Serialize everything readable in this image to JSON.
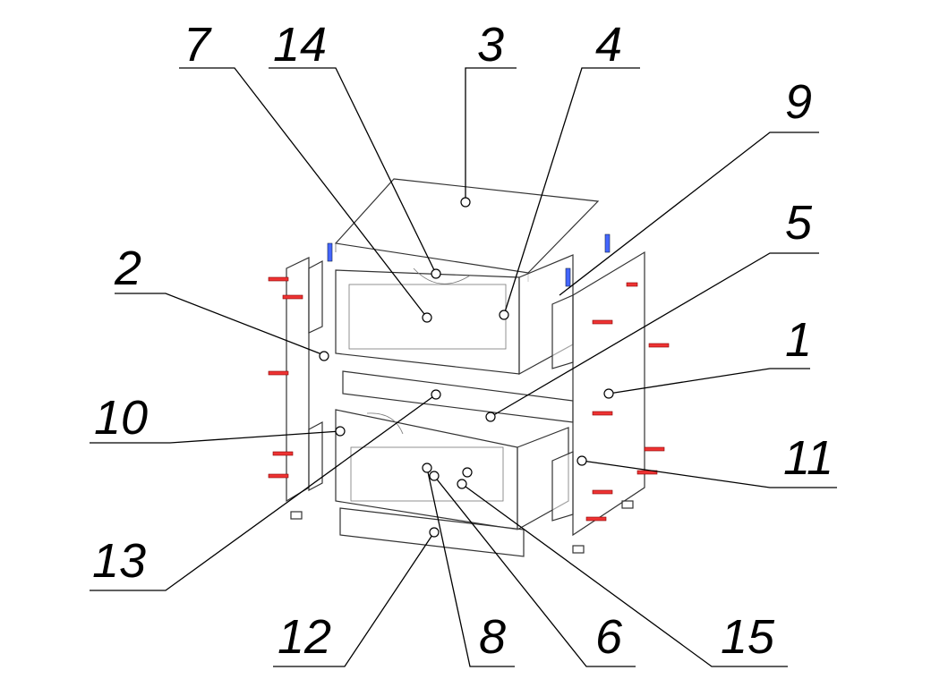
{
  "diagram": {
    "type": "exploded assembly drawing",
    "callouts": [
      {
        "label": "7"
      },
      {
        "label": "14"
      },
      {
        "label": "3"
      },
      {
        "label": "4"
      },
      {
        "label": "9"
      },
      {
        "label": "5"
      },
      {
        "label": "2"
      },
      {
        "label": "1"
      },
      {
        "label": "10"
      },
      {
        "label": "11"
      },
      {
        "label": "13"
      },
      {
        "label": "12"
      },
      {
        "label": "8"
      },
      {
        "label": "6"
      },
      {
        "label": "15"
      }
    ],
    "colors": {
      "line": "#000000",
      "dowel": "#e33333",
      "clip": "#4466ff"
    }
  }
}
